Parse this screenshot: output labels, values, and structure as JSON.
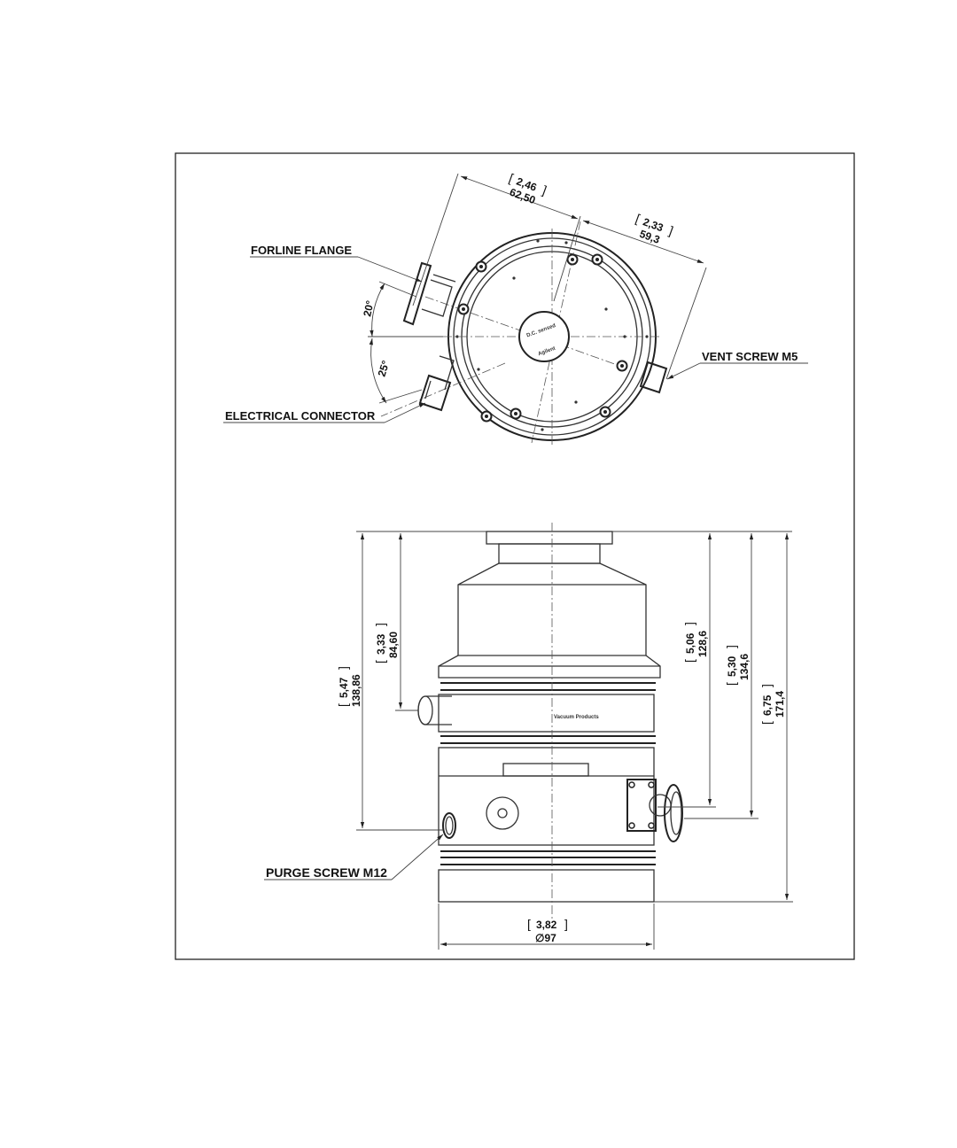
{
  "labels": {
    "forline_flange": "FORLINE FLANGE",
    "vent_screw": "VENT SCREW M5",
    "electrical_connector": "ELECTRICAL CONNECTOR",
    "purge_screw": "PURGE SCREW M12"
  },
  "angles": {
    "upper": "20°",
    "lower": "25°"
  },
  "top_dims": {
    "left": {
      "inch": "2,46",
      "mm": "62,50"
    },
    "right": {
      "inch": "2,33",
      "mm": "59,3"
    }
  },
  "side_dims": {
    "d1": {
      "inch": "5,47",
      "mm": "138,86"
    },
    "d2": {
      "inch": "3,33",
      "mm": "84,60"
    },
    "d3": {
      "inch": "5,06",
      "mm": "128,6"
    },
    "d4": {
      "inch": "5,30",
      "mm": "134,6"
    },
    "d5": {
      "inch": "6,75",
      "mm": "171,4"
    },
    "diameter": {
      "inch": "3,82",
      "mm": "∅97"
    }
  },
  "body_text": {
    "logo_line1": "Agilent",
    "logo_line2": "Vacuum Products"
  }
}
